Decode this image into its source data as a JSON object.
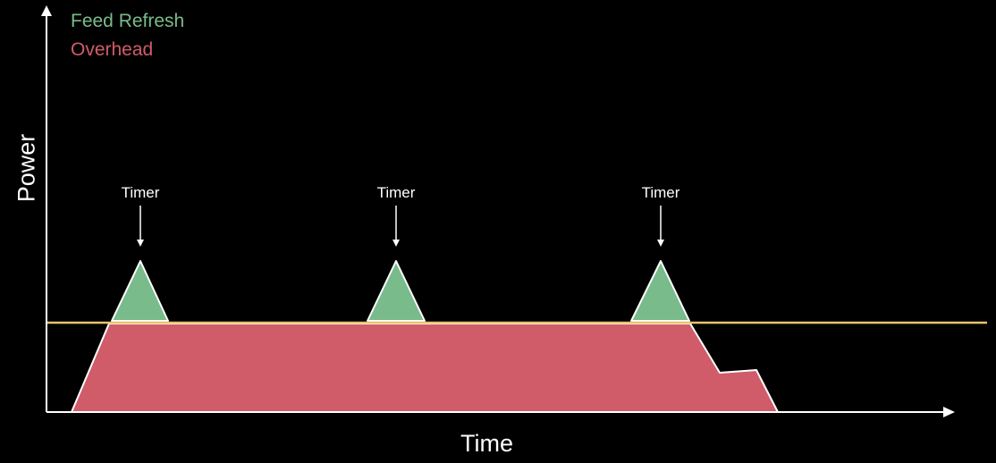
{
  "legend": {
    "feed_refresh": "Feed Refresh",
    "overhead": "Overhead"
  },
  "axes": {
    "y_label": "Power",
    "x_label": "Time"
  },
  "timers": [
    {
      "label": "Timer"
    },
    {
      "label": "Timer"
    },
    {
      "label": "Timer"
    }
  ],
  "colors": {
    "background": "#000000",
    "feed_refresh": "#79bb8b",
    "overhead": "#d05c69",
    "baseline": "#e8c36a",
    "axis": "#ffffff"
  }
}
